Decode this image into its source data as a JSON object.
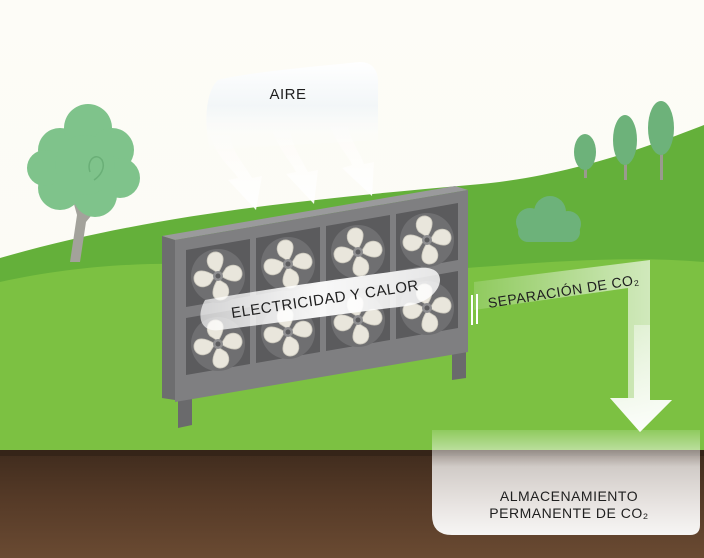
{
  "labels": {
    "air": "AIRE",
    "energy": "ELECTRICIDAD Y CALOR",
    "separation": "SEPARACIÓN DE CO₂",
    "storage_line1": "ALMACENAMIENTO",
    "storage_line2": "PERMANENTE DE CO₂"
  },
  "icons": [
    "tree-icon",
    "fan-icon",
    "bush-icon",
    "cypress-tree-icon"
  ],
  "colors": {
    "sky": "#fdfcf7",
    "hill_dark": "#5fae38",
    "hill_light": "#7cc142",
    "soil_top": "#4a3322",
    "soil_bottom": "#654630",
    "unit_frame": "#7b7b7d",
    "fan_blade": "#e7e4d9",
    "tree": "#7dc187",
    "arrow": "#ffffff"
  }
}
